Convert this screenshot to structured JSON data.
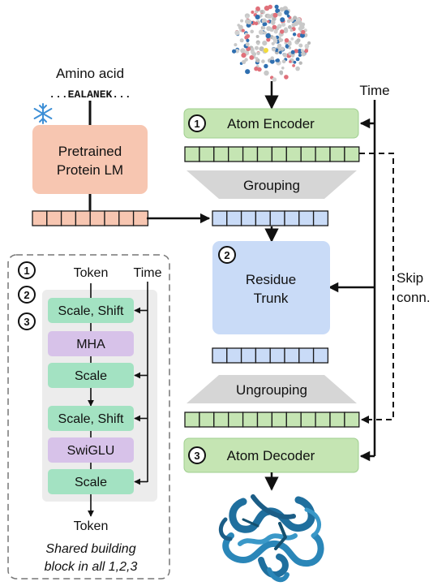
{
  "left": {
    "amino_label": "Amino acid",
    "sequence": "...EALANEK...",
    "frozen_icon": "snowflake-icon",
    "plm_line1": "Pretrained",
    "plm_line2": "Protein LM"
  },
  "right": {
    "time_label": "Time",
    "encoder": {
      "num": "1",
      "label": "Atom Encoder"
    },
    "grouping_label": "Grouping",
    "trunk": {
      "num": "2",
      "line1": "Residue",
      "line2": "Trunk"
    },
    "ungrouping_label": "Ungrouping",
    "decoder": {
      "num": "3",
      "label": "Atom Decoder"
    },
    "skip_line1": "Skip",
    "skip_line2": "conn."
  },
  "block": {
    "nums": [
      "1",
      "2",
      "3"
    ],
    "token_in": "Token",
    "time_label": "Time",
    "layers": [
      "Scale, Shift",
      "MHA",
      "Scale",
      "Scale, Shift",
      "SwiGLU",
      "Scale"
    ],
    "token_out": "Token",
    "caption_line1": "Shared building",
    "caption_line2": "block in all 1,2,3"
  },
  "colors": {
    "green_fill": "#c5e5b3",
    "green_stroke": "#7fbf73",
    "salmon_fill": "#f7c6b1",
    "blue_fill": "#c9dbf7",
    "mint_fill": "#a3e2c2",
    "purple_fill": "#d7c2e9",
    "gray_panel": "#ececec",
    "gray_trap": "#d6d6d6"
  }
}
